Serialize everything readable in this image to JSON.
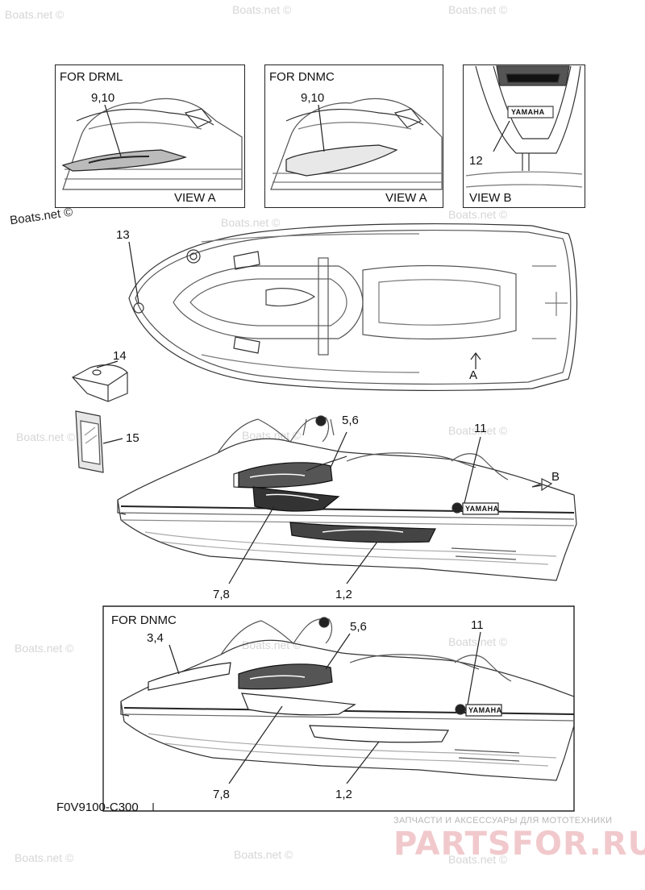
{
  "views": {
    "drml": {
      "title": "FOR DRML",
      "view": "VIEW A",
      "callout": "9,10"
    },
    "dnmc_top": {
      "title": "FOR DNMC",
      "view": "VIEW A",
      "callout": "9,10"
    },
    "view_b": {
      "view": "VIEW B",
      "callout": "12",
      "logo": "YAMAHA"
    }
  },
  "top_view": {
    "callout_13": "13",
    "arrow_a": "A"
  },
  "parts": {
    "p14": "14",
    "p15": "15"
  },
  "side_view": {
    "c56": "5,6",
    "c11": "11",
    "c78": "7,8",
    "c12": "1,2",
    "arrow_b": "B",
    "logo": "YAMAHA"
  },
  "dnmc_side": {
    "title": "FOR DNMC",
    "c34": "3,4",
    "c56": "5,6",
    "c11": "11",
    "c78": "7,8",
    "c12": "1,2",
    "logo": "YAMAHA"
  },
  "code": "F0V9100-C300",
  "watermark": "Boats.net ©",
  "brand": {
    "tagline": "ЗАПЧАСТИ И АКСЕССУАРЫ ДЛЯ МОТОТЕХНИКИ",
    "logo": "PARTSFOR.RU"
  }
}
